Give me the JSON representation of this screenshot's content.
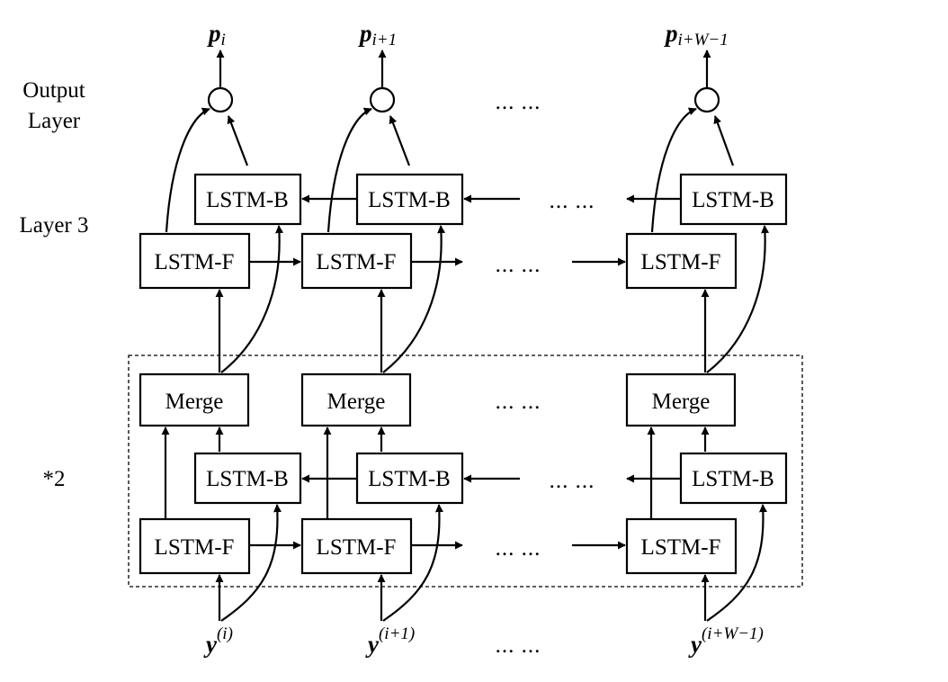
{
  "labels": {
    "output_layer_line1": "Output",
    "output_layer_line2": "Layer",
    "layer3": "Layer 3",
    "repeat": "*2"
  },
  "boxes": {
    "lstm_b": "LSTM-B",
    "lstm_f": "LSTM-F",
    "merge": "Merge"
  },
  "ellipsis": "... ...",
  "outputs": [
    {
      "base": "p",
      "sub": "i"
    },
    {
      "base": "p",
      "sub": "i+1"
    },
    {
      "base": "p",
      "sub": "i+W−1"
    }
  ],
  "inputs": [
    {
      "base": "y",
      "sup": "(i)"
    },
    {
      "base": "y",
      "sup": "(i+1)"
    },
    {
      "base": "y",
      "sup": "(i+W−1)"
    }
  ]
}
